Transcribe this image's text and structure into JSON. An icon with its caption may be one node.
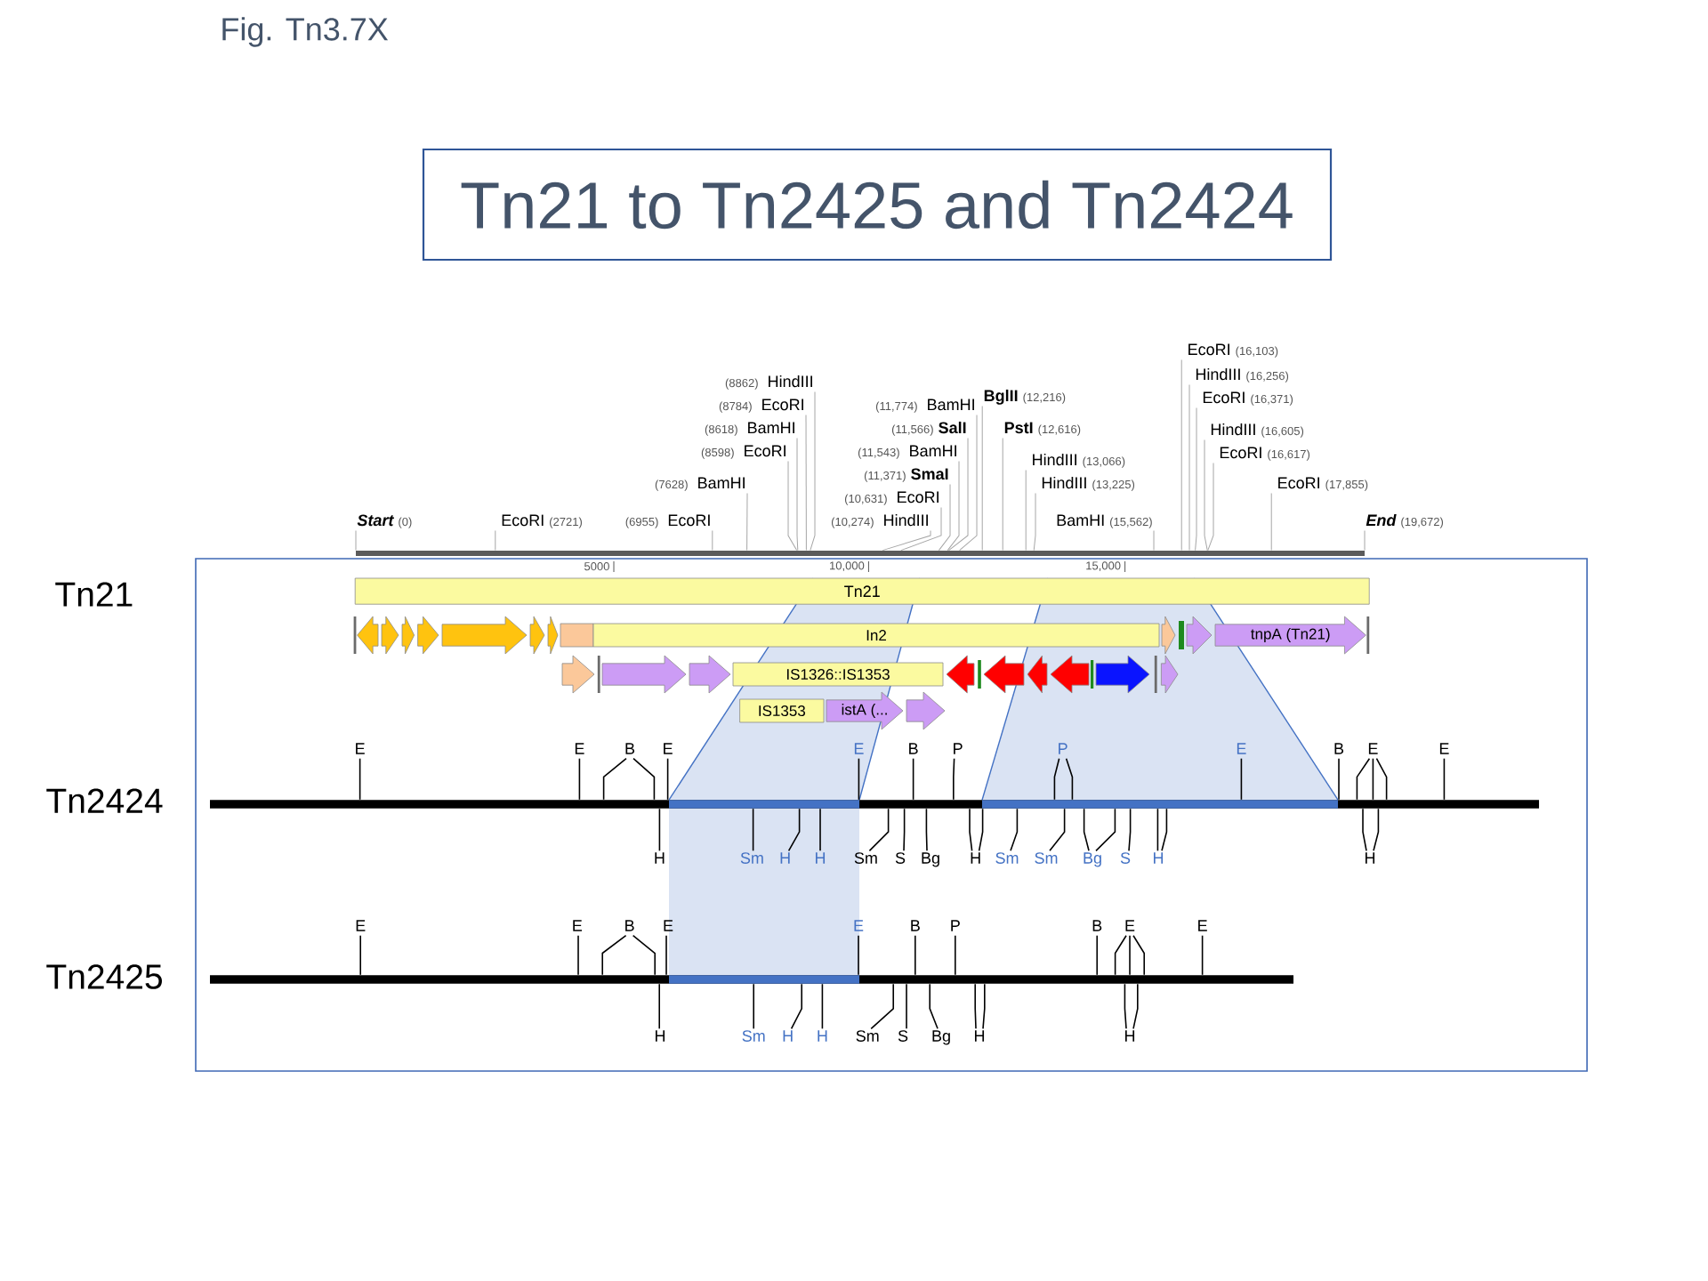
{
  "diagram": {
    "title": "Tn21 to Tn2425 and Tn2424",
    "nodes": [
      {
        "text": [
          "Start",
          "(0)"
        ]
      },
      {
        "text": [
          "EcoRI",
          "(2721)"
        ]
      },
      {
        "text": [
          "(6955)",
          "EcoRI"
        ]
      },
      {
        "text": [
          "(7628)",
          "BamHI"
        ]
      },
      {
        "text": [
          "(8598)",
          "EcoRI"
        ]
      },
      {
        "text": [
          "(8618)",
          "BamHI"
        ]
      },
      {
        "text": [
          "(8784)",
          "EcoRI"
        ]
      },
      {
        "text": [
          "(8862)",
          "HindIII"
        ]
      },
      {
        "text": [
          "(10,274)",
          "HindIII"
        ]
      },
      {
        "text": [
          "(10,631)",
          "EcoRI"
        ]
      },
      {
        "text": [
          "(11,371)",
          "SmaI"
        ]
      },
      {
        "text": [
          "(11,543)",
          "BamHI"
        ]
      },
      {
        "text": [
          "(11,566)",
          "SalI"
        ]
      },
      {
        "text": [
          "(11,774)",
          "BamHI"
        ]
      },
      {
        "text": [
          "BglII",
          "(12,216)"
        ]
      },
      {
        "text": [
          "PstI",
          "(12,616)"
        ]
      },
      {
        "text": [
          "HindIII",
          "(13,066)"
        ]
      },
      {
        "text": [
          "HindIII",
          "(13,225)"
        ]
      },
      {
        "text": [
          "BamHI",
          "(15,562)"
        ]
      },
      {
        "text": [
          "EcoRI",
          "(16,103)"
        ]
      },
      {
        "text": [
          "HindIII",
          "(16,256)"
        ]
      },
      {
        "text": [
          "EcoRI",
          "(16,371)"
        ]
      },
      {
        "text": [
          "HindIII",
          "(16,605)"
        ]
      },
      {
        "text": [
          "EcoRI",
          "(16,617)"
        ]
      },
      {
        "text": [
          "EcoRI",
          "(17,855)"
        ]
      },
      {
        "text": [
          "End",
          "(19,672)"
        ]
      },
      {
        "text": [],
        "shape": "bar"
      },
      {
        "text": [],
        "shape": "box"
      },
      {
        "text": [
          "Tn21"
        ],
        "in": 27
      },
      {
        "text": [],
        "shape": "arrow",
        "in": 27
      },
      {
        "text": [],
        "shape": "arrow",
        "in": 27
      },
      {
        "text": [],
        "shape": "arrow",
        "in": 27
      },
      {
        "text": [],
        "shape": "arrow",
        "in": 27
      },
      {
        "text": [],
        "shape": "arrow",
        "in": 27
      },
      {
        "text": [],
        "shape": "arrow",
        "in": 27
      },
      {
        "text": [],
        "shape": "arrow",
        "in": 27
      },
      {
        "text": [],
        "shape": "box",
        "in": 27
      },
      {
        "text": [
          "In2"
        ],
        "in": 27
      },
      {
        "text": [],
        "shape": "arrow",
        "in": 27
      },
      {
        "text": [],
        "shape": "arrow",
        "in": 27
      },
      {
        "text": [
          "tnpA (Tn21)"
        ],
        "in": 27
      },
      {
        "text": [],
        "shape": "arrow",
        "in": 27
      },
      {
        "text": [],
        "shape": "arrow",
        "in": 27
      },
      {
        "text": [],
        "shape": "arrow",
        "in": 27
      },
      {
        "text": [
          "IS1326::IS1353"
        ],
        "in": 27
      },
      {
        "text": [],
        "shape": "arrow",
        "in": 27
      },
      {
        "text": [],
        "shape": "arrow",
        "in": 27
      },
      {
        "text": [],
        "shape": "arrow",
        "in": 27
      },
      {
        "text": [],
        "shape": "arrow",
        "in": 27
      },
      {
        "text": [],
        "shape": "arrow",
        "in": 27
      },
      {
        "text": [],
        "shape": "arrow",
        "in": 27
      },
      {
        "text": [
          "IS1353"
        ],
        "in": 27
      },
      {
        "text": [
          "istA (..."
        ],
        "in": 27
      },
      {
        "text": [],
        "shape": "arrow",
        "in": 27
      },
      {
        "text": [],
        "shape": "bar",
        "in": 27
      },
      {
        "text": [
          "E"
        ],
        "in": 27
      },
      {
        "text": [
          "E"
        ],
        "in": 27
      },
      {
        "text": [
          "B"
        ],
        "in": 27
      },
      {
        "text": [
          "E"
        ],
        "in": 27
      },
      {
        "text": [
          "E"
        ],
        "in": 27
      },
      {
        "text": [
          "B"
        ],
        "in": 27
      },
      {
        "text": [
          "P"
        ],
        "in": 27
      },
      {
        "text": [
          "P"
        ],
        "in": 27
      },
      {
        "text": [
          "E"
        ],
        "in": 27
      },
      {
        "text": [
          "B"
        ],
        "in": 27
      },
      {
        "text": [
          "E"
        ],
        "in": 27
      },
      {
        "text": [
          "E"
        ],
        "in": 27
      },
      {
        "text": [
          "H"
        ],
        "in": 27
      },
      {
        "text": [
          "Sm"
        ],
        "in": 27
      },
      {
        "text": [
          "H"
        ],
        "in": 27
      },
      {
        "text": [
          "H"
        ],
        "in": 27
      },
      {
        "text": [
          "Sm"
        ],
        "in": 27
      },
      {
        "text": [
          "S"
        ],
        "in": 27
      },
      {
        "text": [
          "Bg"
        ],
        "in": 27
      },
      {
        "text": [
          "H"
        ],
        "in": 27
      },
      {
        "text": [
          "Sm"
        ],
        "in": 27
      },
      {
        "text": [
          "Sm"
        ],
        "in": 27
      },
      {
        "text": [
          "Bg"
        ],
        "in": 27
      },
      {
        "text": [
          "S"
        ],
        "in": 27
      },
      {
        "text": [
          "H"
        ],
        "in": 27
      },
      {
        "text": [
          "H"
        ],
        "in": 27
      },
      {
        "text": [],
        "shape": "bar",
        "in": 27
      },
      {
        "text": [
          "E"
        ],
        "in": 27
      },
      {
        "text": [
          "E"
        ],
        "in": 27
      },
      {
        "text": [
          "B"
        ],
        "in": 27
      },
      {
        "text": [
          "E"
        ],
        "in": 27
      },
      {
        "text": [
          "E"
        ],
        "in": 27
      },
      {
        "text": [
          "B"
        ],
        "in": 27
      },
      {
        "text": [
          "P"
        ],
        "in": 27
      },
      {
        "text": [
          "B"
        ],
        "in": 27
      },
      {
        "text": [
          "E"
        ],
        "in": 27
      },
      {
        "text": [
          "E"
        ],
        "in": 27
      },
      {
        "text": [
          "H"
        ],
        "in": 27
      },
      {
        "text": [
          "Sm"
        ],
        "in": 27
      },
      {
        "text": [
          "H"
        ],
        "in": 27
      },
      {
        "text": [
          "H"
        ],
        "in": 27
      },
      {
        "text": [
          "Sm"
        ],
        "in": 27
      },
      {
        "text": [
          "S"
        ],
        "in": 27
      },
      {
        "text": [
          "Bg"
        ],
        "in": 27
      },
      {
        "text": [
          "H"
        ],
        "in": 27
      },
      {
        "text": [
          "H"
        ],
        "in": 27
      }
    ],
    "edges": [
      {
        "from": 0,
        "to": 26,
        "arrow": "none",
        "color": "#a6a6a6"
      },
      {
        "from": 1,
        "to": 26,
        "arrow": "none",
        "color": "#a6a6a6"
      },
      {
        "from": 2,
        "to": 26,
        "arrow": "none",
        "color": "#a6a6a6"
      },
      {
        "from": 3,
        "to": 26,
        "arrow": "none",
        "color": "#a6a6a6"
      },
      {
        "from": 4,
        "to": 26,
        "arrow": "none",
        "color": "#a6a6a6"
      },
      {
        "from": 5,
        "to": 26,
        "arrow": "none",
        "color": "#a6a6a6"
      },
      {
        "from": 6,
        "to": 26,
        "arrow": "none",
        "color": "#a6a6a6"
      },
      {
        "from": 7,
        "to": 26,
        "arrow": "none",
        "color": "#a6a6a6"
      },
      {
        "from": 8,
        "to": 26,
        "arrow": "none",
        "color": "#a6a6a6"
      },
      {
        "from": 9,
        "to": 26,
        "arrow": "none",
        "color": "#a6a6a6"
      },
      {
        "from": 10,
        "to": 26,
        "arrow": "none",
        "color": "#a6a6a6"
      },
      {
        "from": 11,
        "to": 26,
        "arrow": "none",
        "color": "#a6a6a6"
      },
      {
        "from": 12,
        "to": 26,
        "arrow": "none",
        "color": "#a6a6a6"
      },
      {
        "from": 13,
        "to": 26,
        "arrow": "none",
        "color": "#a6a6a6"
      },
      {
        "from": 14,
        "to": 26,
        "arrow": "none",
        "color": "#a6a6a6"
      },
      {
        "from": 15,
        "to": 26,
        "arrow": "none",
        "color": "#a6a6a6"
      },
      {
        "from": 16,
        "to": 26,
        "arrow": "none",
        "color": "#a6a6a6"
      },
      {
        "from": 17,
        "to": 26,
        "arrow": "none",
        "color": "#a6a6a6"
      },
      {
        "from": 18,
        "to": 26,
        "arrow": "none",
        "color": "#a6a6a6"
      },
      {
        "from": 19,
        "to": 26,
        "arrow": "none",
        "color": "#a6a6a6"
      },
      {
        "from": 20,
        "to": 26,
        "arrow": "none",
        "color": "#a6a6a6"
      },
      {
        "from": 21,
        "to": 26,
        "arrow": "none",
        "color": "#a6a6a6"
      },
      {
        "from": 22,
        "to": 26,
        "arrow": "none",
        "color": "#a6a6a6"
      },
      {
        "from": 23,
        "to": 26,
        "arrow": "none",
        "color": "#a6a6a6"
      },
      {
        "from": 24,
        "to": 26,
        "arrow": "none",
        "color": "#a6a6a6"
      },
      {
        "from": 25,
        "to": 26,
        "arrow": "none",
        "color": "#a6a6a6"
      },
      {
        "from": 55,
        "to": 54,
        "arrow": "none"
      },
      {
        "from": 56,
        "to": 54,
        "arrow": "none"
      },
      {
        "from": 57,
        "to": 54,
        "arrow": "none"
      },
      {
        "from": 57,
        "to": 54,
        "arrow": "none"
      },
      {
        "from": 58,
        "to": 54,
        "arrow": "none"
      },
      {
        "from": 59,
        "to": 54,
        "arrow": "none"
      },
      {
        "from": 60,
        "to": 54,
        "arrow": "none"
      },
      {
        "from": 61,
        "to": 54,
        "arrow": "none"
      },
      {
        "from": 62,
        "to": 54,
        "arrow": "none"
      },
      {
        "from": 62,
        "to": 54,
        "arrow": "none"
      },
      {
        "from": 63,
        "to": 54,
        "arrow": "none"
      },
      {
        "from": 64,
        "to": 54,
        "arrow": "none"
      },
      {
        "from": 65,
        "to": 54,
        "arrow": "none"
      },
      {
        "from": 65,
        "to": 54,
        "arrow": "none"
      },
      {
        "from": 65,
        "to": 54,
        "arrow": "none"
      },
      {
        "from": 66,
        "to": 54,
        "arrow": "none"
      },
      {
        "from": 67,
        "to": 54,
        "arrow": "none"
      },
      {
        "from": 68,
        "to": 54,
        "arrow": "none"
      },
      {
        "from": 69,
        "to": 54,
        "arrow": "none"
      },
      {
        "from": 70,
        "to": 54,
        "arrow": "none"
      },
      {
        "from": 71,
        "to": 54,
        "arrow": "none"
      },
      {
        "from": 72,
        "to": 54,
        "arrow": "none"
      },
      {
        "from": 73,
        "to": 54,
        "arrow": "none"
      },
      {
        "from": 74,
        "to": 54,
        "arrow": "none"
      },
      {
        "from": 74,
        "to": 54,
        "arrow": "none"
      },
      {
        "from": 75,
        "to": 54,
        "arrow": "none"
      },
      {
        "from": 76,
        "to": 54,
        "arrow": "none"
      },
      {
        "from": 77,
        "to": 54,
        "arrow": "none"
      },
      {
        "from": 77,
        "to": 54,
        "arrow": "none"
      },
      {
        "from": 78,
        "to": 54,
        "arrow": "none"
      },
      {
        "from": 79,
        "to": 54,
        "arrow": "none"
      },
      {
        "from": 79,
        "to": 54,
        "arrow": "none"
      },
      {
        "from": 80,
        "to": 54,
        "arrow": "none"
      },
      {
        "from": 80,
        "to": 54,
        "arrow": "none"
      },
      {
        "from": 82,
        "to": 81,
        "arrow": "none"
      },
      {
        "from": 83,
        "to": 81,
        "arrow": "none"
      },
      {
        "from": 84,
        "to": 81,
        "arrow": "none"
      },
      {
        "from": 84,
        "to": 81,
        "arrow": "none"
      },
      {
        "from": 85,
        "to": 81,
        "arrow": "none"
      },
      {
        "from": 86,
        "to": 81,
        "arrow": "none"
      },
      {
        "from": 87,
        "to": 81,
        "arrow": "none"
      },
      {
        "from": 88,
        "to": 81,
        "arrow": "none"
      },
      {
        "from": 89,
        "to": 81,
        "arrow": "none"
      },
      {
        "from": 90,
        "to": 81,
        "arrow": "none"
      },
      {
        "from": 90,
        "to": 81,
        "arrow": "none"
      },
      {
        "from": 90,
        "to": 81,
        "arrow": "none"
      },
      {
        "from": 91,
        "to": 81,
        "arrow": "none"
      },
      {
        "from": 92,
        "to": 81,
        "arrow": "none"
      },
      {
        "from": 93,
        "to": 81,
        "arrow": "none"
      },
      {
        "from": 94,
        "to": 81,
        "arrow": "none"
      },
      {
        "from": 95,
        "to": 81,
        "arrow": "none"
      },
      {
        "from": 96,
        "to": 81,
        "arrow": "none"
      },
      {
        "from": 97,
        "to": 81,
        "arrow": "none"
      },
      {
        "from": 98,
        "to": 81,
        "arrow": "none"
      },
      {
        "from": 99,
        "to": 81,
        "arrow": "none"
      },
      {
        "from": 99,
        "to": 81,
        "arrow": "none"
      },
      {
        "from": 100,
        "to": 81,
        "arrow": "none"
      },
      {
        "from": 100,
        "to": 81,
        "arrow": "none"
      }
    ],
    "labels": [
      "Fig. Tn3.7X",
      "5000",
      "10,000",
      "15,000",
      "Tn21",
      "Tn2424",
      "Tn2425"
    ]
  }
}
